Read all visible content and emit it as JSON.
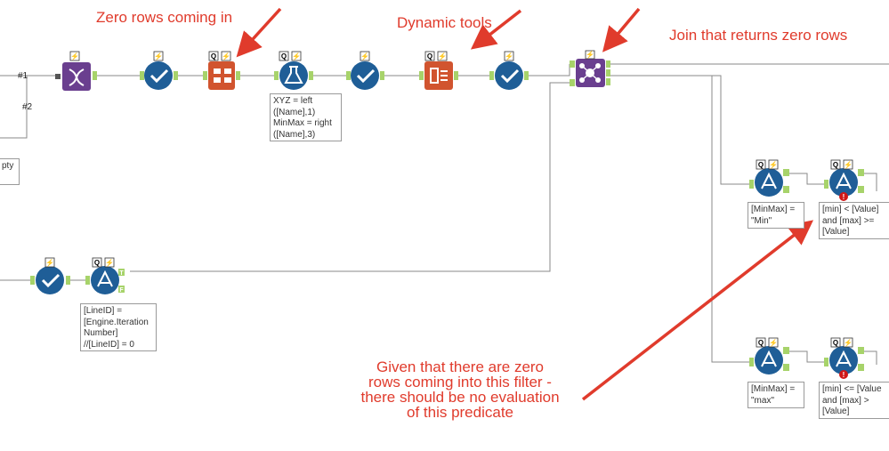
{
  "annotations": {
    "zero_rows": "Zero rows coming in",
    "dynamic_tools": "Dynamic tools",
    "join_zero": "Join that returns zero rows",
    "given_line1": "Given that there are zero",
    "given_line2": "rows coming into this filter -",
    "given_line3": "there should be no evaluation",
    "given_line4": "of this predicate"
  },
  "connection_labels": {
    "conn1": "#1",
    "conn2": "#2"
  },
  "tool_badges": {
    "q": "Q",
    "t": "T",
    "f": "F"
  },
  "comments": {
    "formula": [
      "XYZ = left",
      "([Name],1)",
      "MinMax = right",
      "([Name],3)"
    ],
    "empty_partial": "pty",
    "lineid_filter": [
      "[LineID] =",
      "[Engine.Iteration",
      "Number]",
      "//[LineID] = 0"
    ],
    "minmax_min": [
      "[MinMax] =",
      "\"Min\""
    ],
    "minmax_max": [
      "[MinMax] =",
      "\"max\""
    ],
    "range_filter1": [
      "[min] < [Value]",
      "and [max] >=",
      "[Value]"
    ],
    "range_filter2": [
      "[min] <= [Value",
      "and [max] >",
      "[Value]"
    ]
  },
  "colors": {
    "annotation": "#e03b2c",
    "tool_blue": "#1f5e97",
    "tool_purple": "#6a3f8f",
    "tool_orange": "#d1542f",
    "anchor_green": "#a7d36a",
    "wire": "#8a8a8a",
    "warning": "#d01818"
  }
}
